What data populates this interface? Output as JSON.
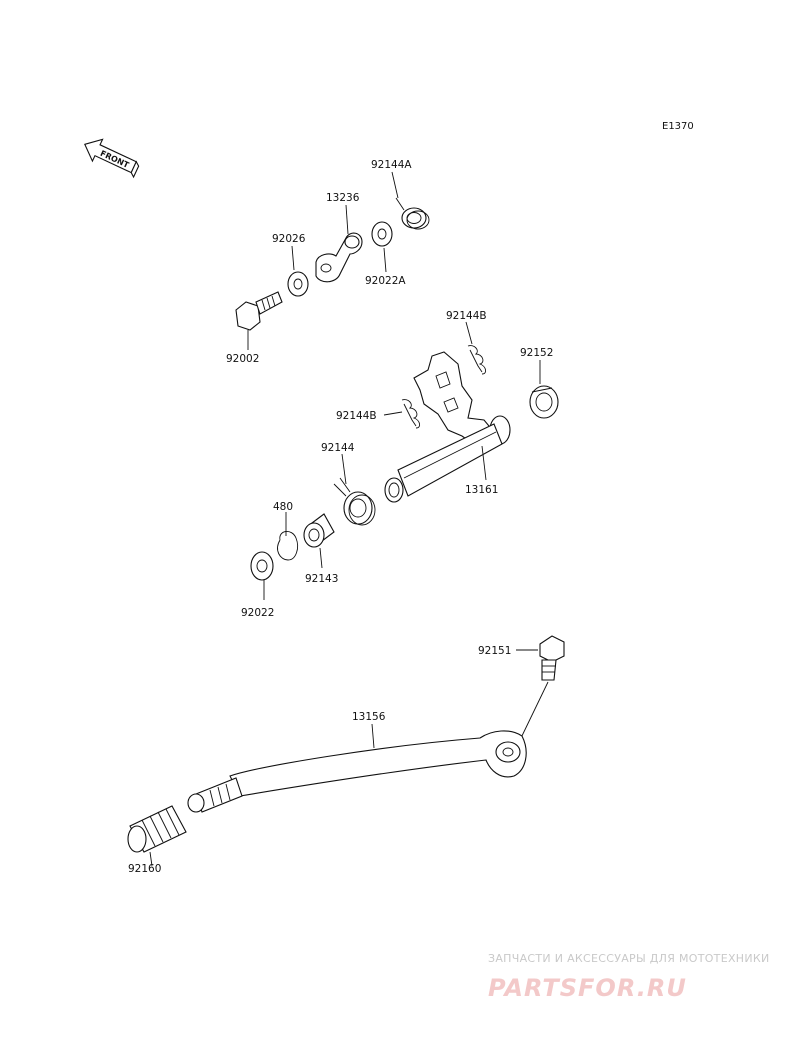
{
  "diagram_code": "E1370",
  "front_arrow": "FRONT",
  "parts": [
    {
      "id": "92144A"
    },
    {
      "id": "13236"
    },
    {
      "id": "92026"
    },
    {
      "id": "92022A"
    },
    {
      "id": "92002"
    },
    {
      "id": "92144B"
    },
    {
      "id": "92152"
    },
    {
      "id": "92144B"
    },
    {
      "id": "92144"
    },
    {
      "id": "13161"
    },
    {
      "id": "480"
    },
    {
      "id": "92143"
    },
    {
      "id": "92022"
    },
    {
      "id": "92151"
    },
    {
      "id": "13156"
    },
    {
      "id": "92160"
    }
  ],
  "watermark": {
    "tagline": "ЗАПЧАСТИ И АКСЕССУАРЫ ДЛЯ МОТОТЕХНИКИ",
    "brand": "PARTSFOR.RU"
  }
}
